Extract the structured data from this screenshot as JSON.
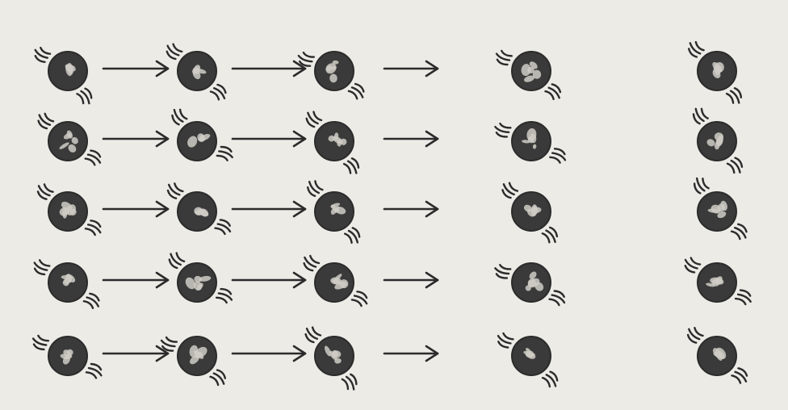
{
  "page": {
    "background": "#ecebe6",
    "ink": "#2b2b2b"
  },
  "bleed_through_lines": [
    "",
    "",
    "",
    "",
    "",
    "",
    "",
    ""
  ],
  "diagram": {
    "rows": 5,
    "columns": 5,
    "arrows_per_row": 3,
    "arrows_between_columns": [
      1,
      2,
      3
    ],
    "particle_icon": "vibrating-particle",
    "arrow_icon": "right-arrow"
  }
}
